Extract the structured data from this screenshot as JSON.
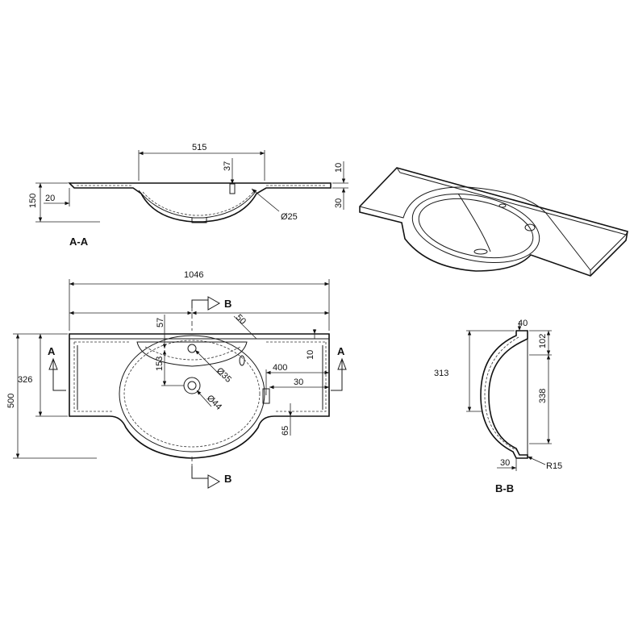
{
  "section_aa": {
    "title": "A-A",
    "dims": {
      "width": "515",
      "depth": "37",
      "top": "10",
      "bottom": "30",
      "height": "150",
      "edge": "20",
      "drain": "Ø25"
    }
  },
  "plan": {
    "dims": {
      "overall": "1046",
      "d500": "500",
      "d326": "326",
      "d57": "57",
      "d50": "50",
      "d153": "153",
      "d35": "Ø35",
      "d44": "Ø44",
      "d400": "400",
      "d30": "30",
      "d10": "10",
      "d65": "65"
    },
    "markers": {
      "a_left": "A",
      "a_right": "A",
      "b_top": "B",
      "b_bottom": "B"
    }
  },
  "section_bb": {
    "title": "B-B",
    "dims": {
      "d40": "40",
      "d102": "102",
      "d313": "313",
      "d338": "338",
      "d30": "30",
      "r15": "R15"
    }
  }
}
